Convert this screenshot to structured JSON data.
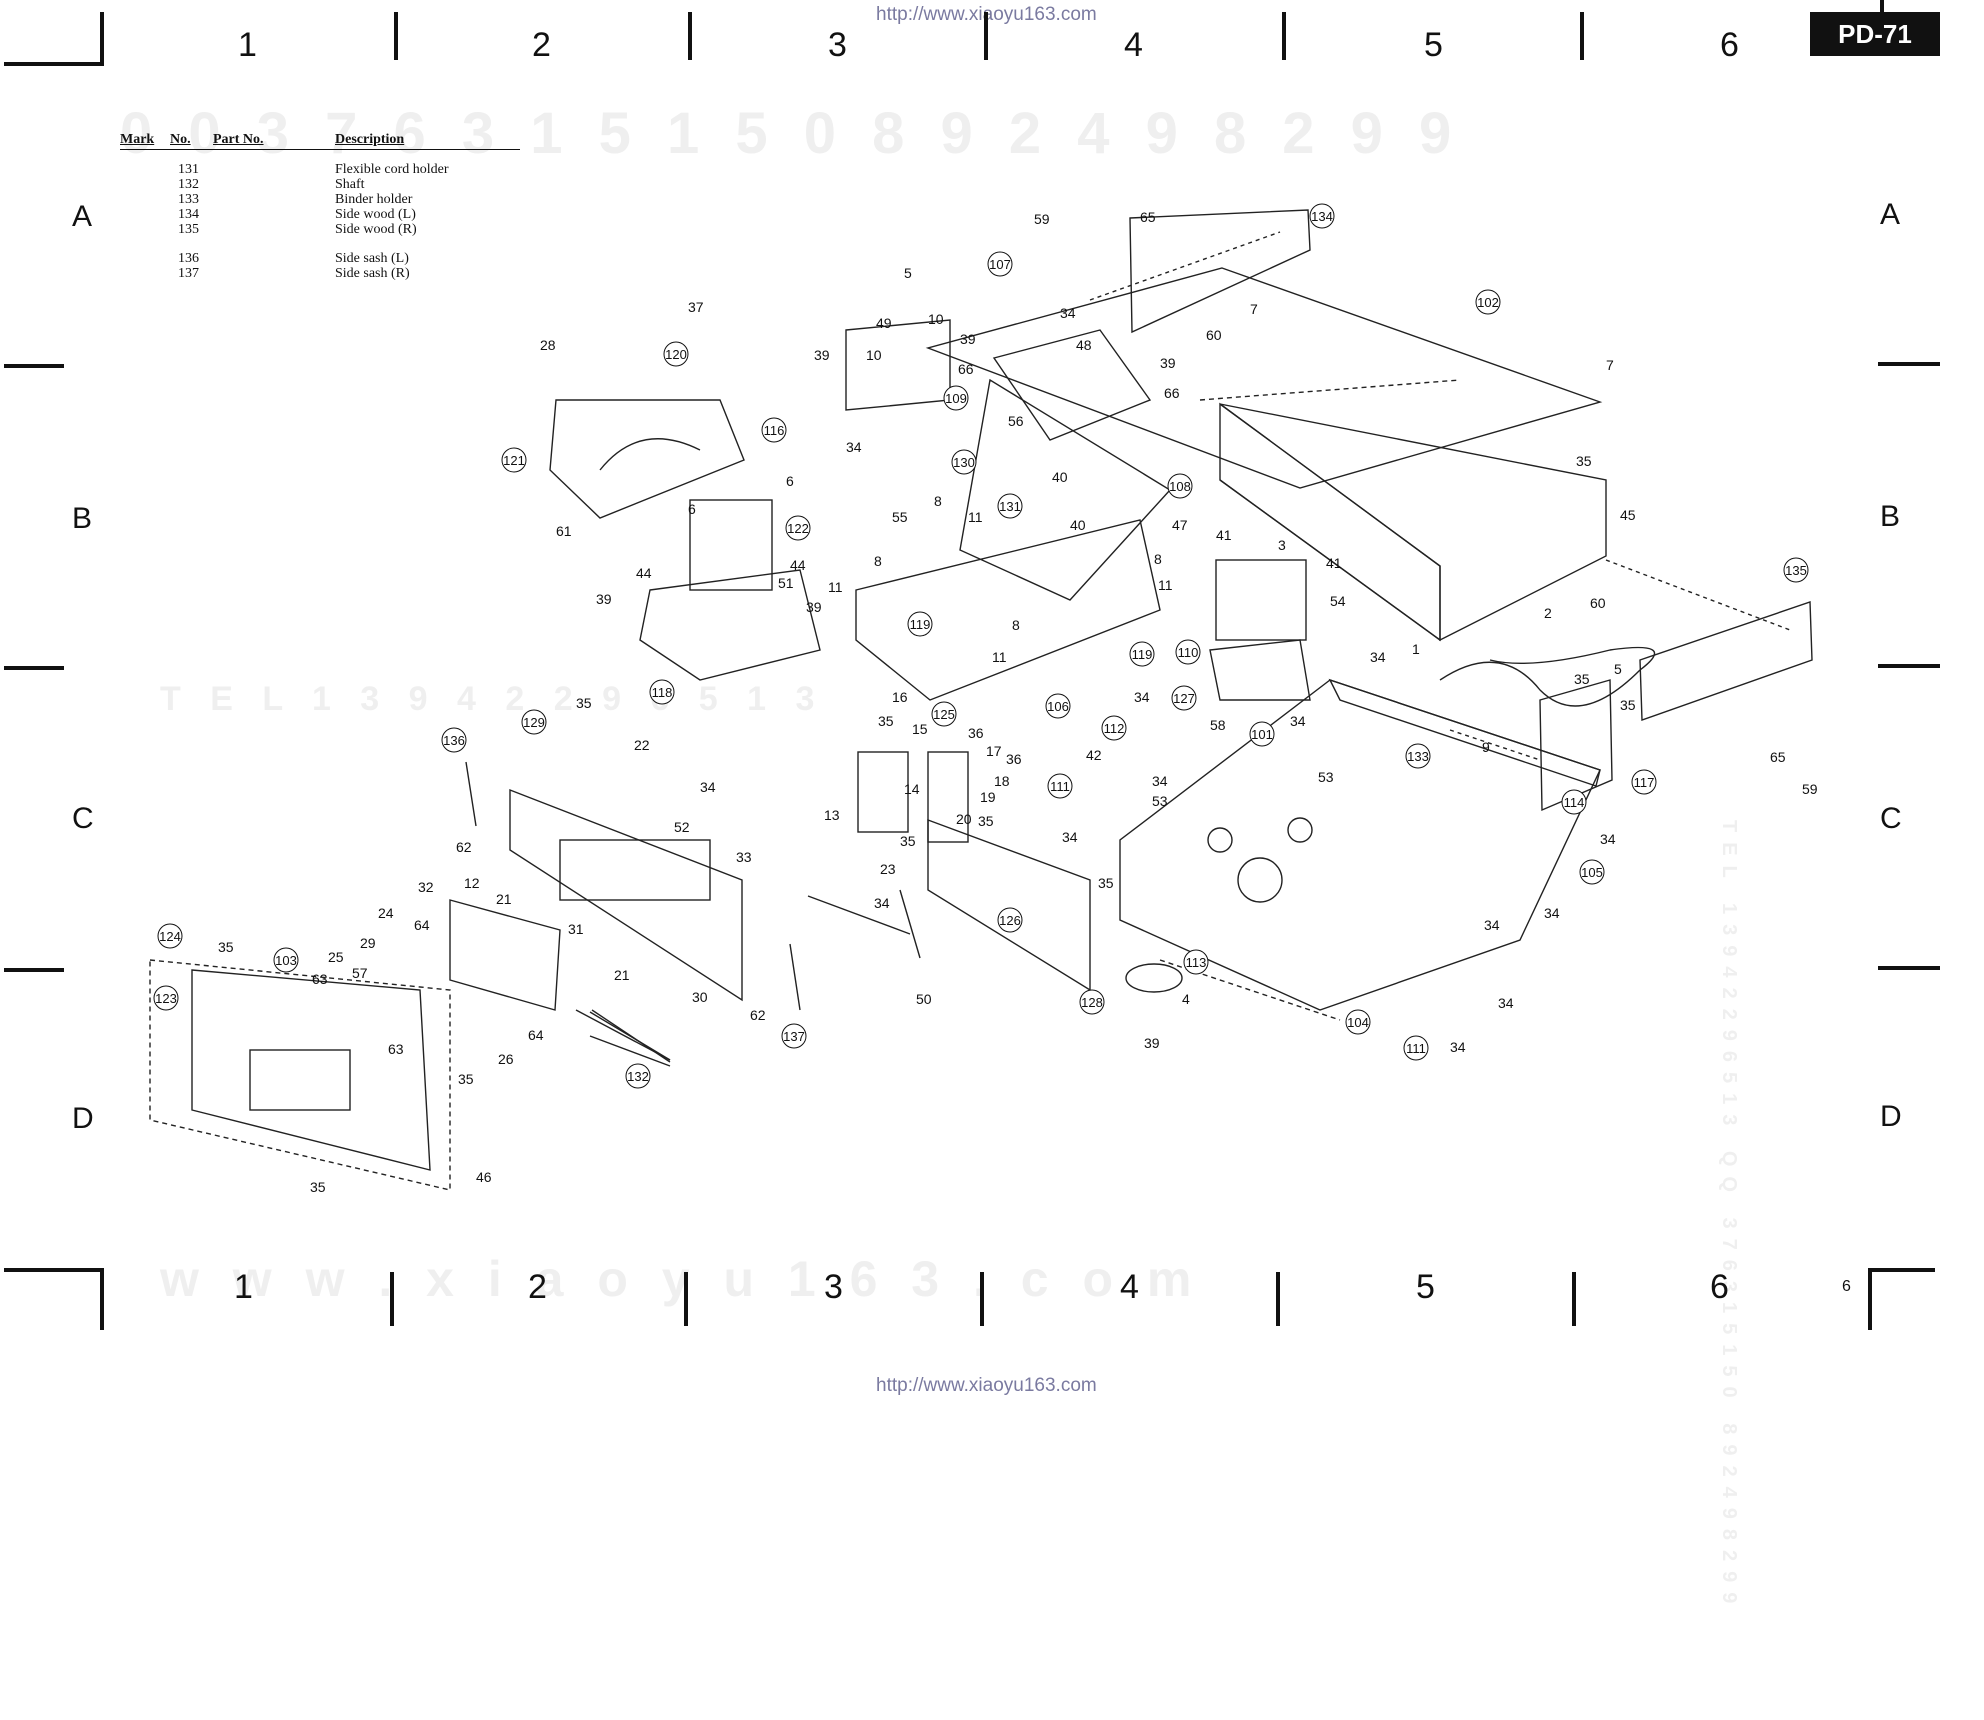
{
  "header": {
    "url_top": "http://www.xiaoyu163.com",
    "url_bottom": "http://www.xiaoyu163.com",
    "model": "PD-71",
    "page_number": "6"
  },
  "grid": {
    "columns": [
      "1",
      "2",
      "3",
      "4",
      "5",
      "6"
    ],
    "rows": [
      "A",
      "B",
      "C",
      "D"
    ]
  },
  "watermarks": {
    "top": "0 0 3 7 6 3 1 5 1 5 0     8 9 2 4 9 8 2 9 9",
    "middle": "T E L   1 3 9 4 2 2 9 6 5 1 3",
    "bottom": "w w w . x i a o y u 1 6 3 . c o m",
    "side": "TEL 13942296513  QQ 376315150  892498299"
  },
  "parts_table": {
    "headers": {
      "mark": "Mark",
      "no": "No.",
      "part_no": "Part No.",
      "description": "Description"
    },
    "rows": [
      {
        "no": "131",
        "description": "Flexible cord holder"
      },
      {
        "no": "132",
        "description": "Shaft"
      },
      {
        "no": "133",
        "description": "Binder holder"
      },
      {
        "no": "134",
        "description": "Side wood (L)"
      },
      {
        "no": "135",
        "description": "Side wood (R)"
      },
      {
        "no": "136",
        "description": "Side sash (L)"
      },
      {
        "no": "137",
        "description": "Side sash (R)"
      }
    ]
  },
  "diagram": {
    "circled_labels": [
      "134",
      "107",
      "102",
      "120",
      "109",
      "116",
      "121",
      "130",
      "131",
      "122",
      "108",
      "119",
      "119",
      "118",
      "106",
      "110",
      "135",
      "129",
      "136",
      "125",
      "127",
      "112",
      "111",
      "101",
      "133",
      "117",
      "114",
      "105",
      "126",
      "128",
      "113",
      "124",
      "123",
      "103",
      "137",
      "132",
      "104",
      "111"
    ],
    "plain_labels": [
      "59",
      "65",
      "5",
      "10",
      "37",
      "28",
      "49",
      "39",
      "10",
      "34",
      "48",
      "39",
      "66",
      "66",
      "39",
      "7",
      "60",
      "7",
      "56",
      "34",
      "35",
      "6",
      "40",
      "8",
      "11",
      "55",
      "40",
      "47",
      "6",
      "44",
      "44",
      "51",
      "39",
      "39",
      "8",
      "11",
      "8",
      "11",
      "41",
      "3",
      "41",
      "54",
      "45",
      "2",
      "60",
      "61",
      "1",
      "34",
      "5",
      "35",
      "35",
      "16",
      "15",
      "36",
      "17",
      "36",
      "18",
      "14",
      "19",
      "35",
      "13",
      "20",
      "35",
      "34",
      "58",
      "42",
      "34",
      "53",
      "53",
      "34",
      "22",
      "34",
      "52",
      "62",
      "12",
      "33",
      "23",
      "34",
      "32",
      "21",
      "31",
      "64",
      "24",
      "25",
      "63",
      "57",
      "29",
      "21",
      "64",
      "63",
      "26",
      "35",
      "30",
      "62",
      "50",
      "34",
      "4",
      "39",
      "34",
      "34",
      "34",
      "35",
      "46",
      "9",
      "65",
      "59"
    ]
  }
}
